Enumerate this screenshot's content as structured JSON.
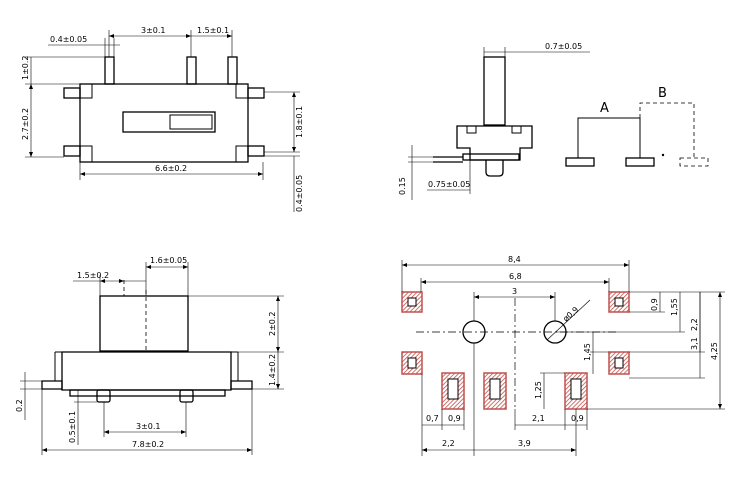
{
  "views": {
    "top": {
      "d_lead_width": "0.4±0.05",
      "d_pitch": "3±0.1",
      "d_pitch2": "1.5±0.1",
      "d_lead_len": "1±0.2",
      "d_height": "2.7±0.2",
      "d_slot": "1.8±0.1",
      "d_length": "6.6±0.2",
      "d_tab": "0.4±0.05"
    },
    "side": {
      "d_actuator": "0.7±0.05",
      "d_thick": "0.15",
      "d_offset": "0.75±0.05"
    },
    "schematic": {
      "label_a": "A",
      "label_b": "B"
    },
    "front": {
      "d_gap": "1.5±0.2",
      "d_width": "1.6±0.05",
      "d_act_h": "2±0.2",
      "d_body_h": "1.4±0.2",
      "d_tab_h": "0.2",
      "d_pin_h": "0.5±0.1",
      "d_pitch": "3±0.1",
      "d_total": "7.8±0.2"
    },
    "pcb": {
      "d_total": "8,4",
      "d_inner": "6,8",
      "d_holes": "3",
      "d_hole_dia": "ø0,9",
      "d_r1": "0,9",
      "d_r2": "1,55",
      "d_r3": "2,2",
      "d_r4": "3,1",
      "d_r5": "4,25",
      "d_mid": "1,45",
      "d_pin": "1,25",
      "d_b1": "0,7",
      "d_b2": "0,9",
      "d_b3": "2,1",
      "d_b4": "0,9",
      "d_bot1": "2,2",
      "d_bot2": "3,9"
    }
  }
}
